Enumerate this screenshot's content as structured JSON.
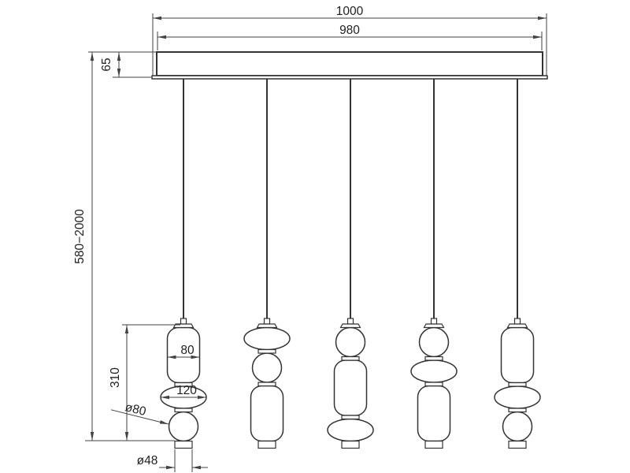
{
  "drawing": {
    "type": "pendant-lamp-dimension-drawing",
    "units": "mm"
  },
  "dimensions": {
    "overall_width": "1000",
    "rail_width": "980",
    "rail_height": "65",
    "suspension_range": "580−2000",
    "shade_body_width": "80",
    "disc_width": "120",
    "sphere_diameter": "ø80",
    "shade_height": "310",
    "bottom_cap_diameter": "ø48"
  },
  "pendants": [
    {
      "elements": [
        "capsule",
        "disc",
        "sphere"
      ]
    },
    {
      "elements": [
        "disc",
        "sphere",
        "capsule"
      ]
    },
    {
      "elements": [
        "sphere",
        "capsule",
        "disc"
      ]
    },
    {
      "elements": [
        "sphere",
        "disc",
        "capsule"
      ]
    },
    {
      "elements": [
        "capsule",
        "disc",
        "sphere"
      ]
    }
  ],
  "colors": {
    "line": "#333333",
    "dimension_line": "#424242",
    "text": "#1f1f1f",
    "background": "#ffffff"
  }
}
